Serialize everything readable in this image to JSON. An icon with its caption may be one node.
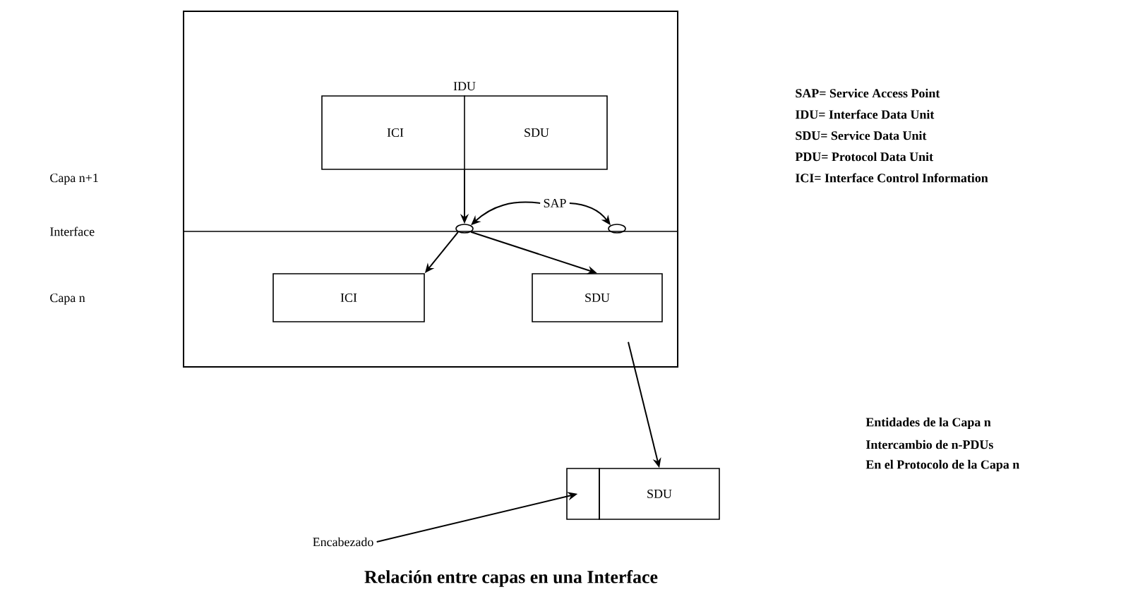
{
  "diagram": {
    "caption": "Relación entre capas en una Interface",
    "nodes": [
      {
        "text": [],
        "shape": "box"
      },
      {
        "text": [
          "IDU"
        ],
        "in": 0
      },
      {
        "text": [
          "ICI"
        ],
        "in": 1
      },
      {
        "text": [
          "SDU"
        ],
        "in": 1
      },
      {
        "text": [],
        "shape": "circle",
        "in": 0
      },
      {
        "text": [],
        "shape": "circle",
        "in": 0
      },
      {
        "text": [
          "SAP"
        ],
        "in": 0
      },
      {
        "text": [
          "ICI"
        ],
        "in": 0
      },
      {
        "text": [
          "SDU"
        ],
        "in": 0
      },
      {
        "text": [],
        "shape": "box"
      },
      {
        "text": [
          "SDU"
        ]
      },
      {
        "text": [
          "Encabezado"
        ]
      }
    ],
    "edges": [
      {
        "from": 1,
        "to": 4,
        "arrow": "to"
      },
      {
        "from": 6,
        "to": 4,
        "arrow": "to"
      },
      {
        "from": 6,
        "to": 5,
        "arrow": "to"
      },
      {
        "from": 4,
        "to": 7,
        "arrow": "to"
      },
      {
        "from": 4,
        "to": 8,
        "arrow": "to"
      },
      {
        "from": 8,
        "to": 10,
        "arrow": "to"
      },
      {
        "from": 11,
        "to": 9,
        "arrow": "to"
      }
    ],
    "labels": [
      "SAP= Service Access Point",
      "IDU= Interface Data Unit",
      "SDU= Service Data Unit",
      "PDU= Protocol Data Unit",
      "ICI= Interface Control Information",
      "Capa n+1",
      "Interface",
      "Capa n",
      "Entidades de la Capa n",
      "Intercambio de n-PDUs",
      "En el Protocolo de la Capa n"
    ]
  }
}
